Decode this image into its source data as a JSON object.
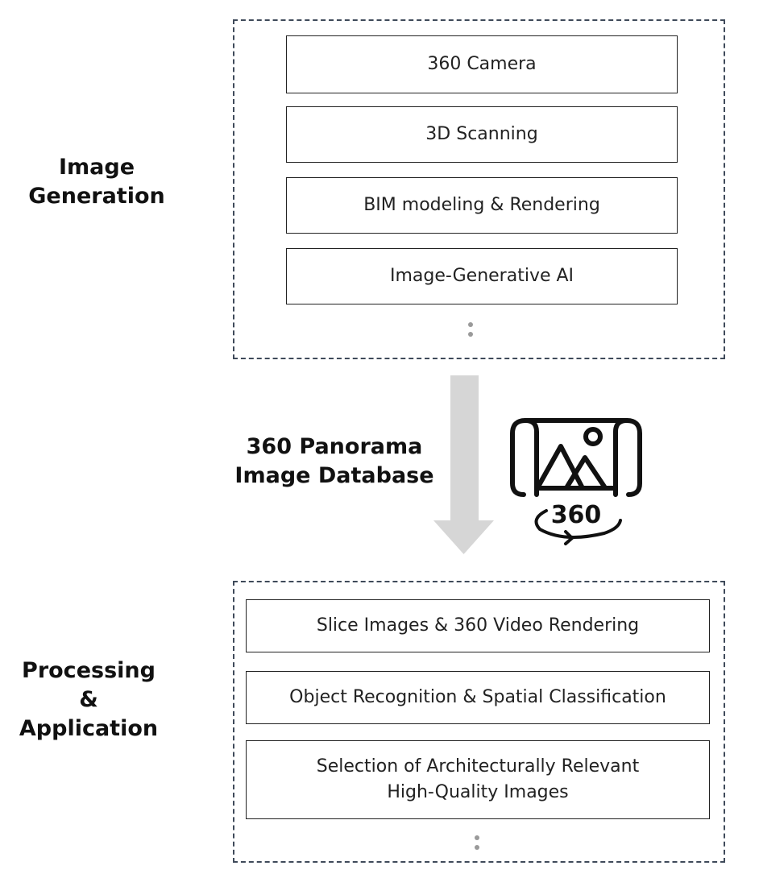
{
  "generation": {
    "label": [
      "Image",
      "Generation"
    ],
    "steps": [
      "360 Camera",
      "3D Scanning",
      "BIM modeling & Rendering",
      "Image-Generative AI"
    ]
  },
  "database": {
    "label": [
      "360 Panorama",
      "Image Database"
    ],
    "icon": "panorama-360-icon",
    "icon_text": "360"
  },
  "processing": {
    "label": [
      "Processing",
      "&",
      "Application"
    ],
    "steps": [
      "Slice Images & 360 Video Rendering",
      "Object Recognition & Spatial Classification"
    ],
    "step3_lines": [
      "Selection of Architecturally Relevant",
      "High-Quality Images"
    ]
  },
  "colors": {
    "arrow": "#d6d6d6",
    "border": "#3f4a5a",
    "dots": "#9a9a9a"
  }
}
